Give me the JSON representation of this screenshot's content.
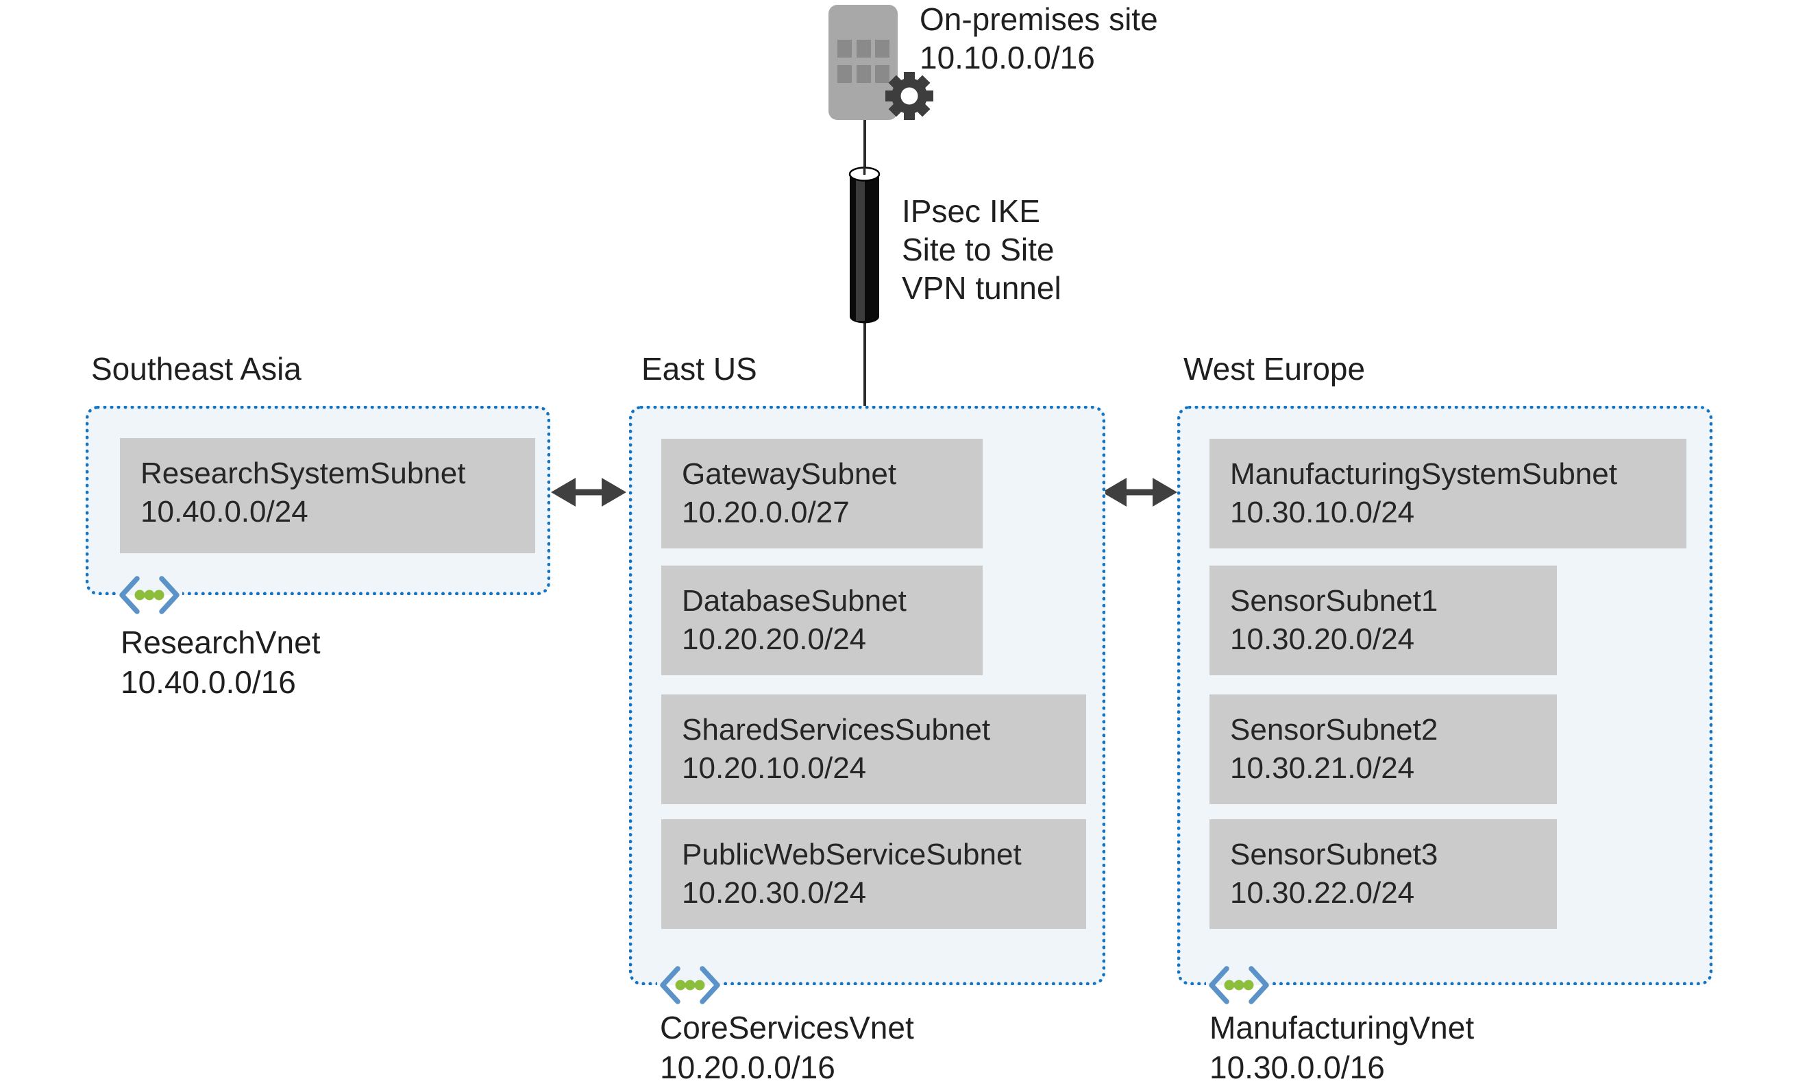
{
  "colors": {
    "page-bg": "#ffffff",
    "border-blue": "#1474c4",
    "region-fill": "#f0f5fa",
    "subnet-fill": "#cbcbcb",
    "text-dark": "#1f1f1f",
    "subnet-text": "#262626",
    "bracket-blue": "#5b93c9",
    "dot-green": "#8cbe3c",
    "arrow-gray": "#404040",
    "building-gray": "#a8a8a8",
    "window-gray": "#8a8a8a",
    "gear-gray": "#3d3d3d",
    "line-dark": "#2b2b2b",
    "cylinder-black": "#0a0a0a",
    "cylinder-stripe": "#3c3c3c"
  },
  "on_premises": {
    "label": "On-premises site",
    "cidr": "10.10.0.0/16"
  },
  "vpn": {
    "line1": "IPsec IKE",
    "line2": "Site to Site",
    "line3": "VPN tunnel"
  },
  "regions": [
    {
      "title": "Southeast Asia",
      "vnet_name": "ResearchVnet",
      "vnet_cidr": "10.40.0.0/16",
      "subnets": [
        {
          "name": "ResearchSystemSubnet",
          "cidr": "10.40.0.0/24"
        }
      ]
    },
    {
      "title": "East US",
      "vnet_name": "CoreServicesVnet",
      "vnet_cidr": "10.20.0.0/16",
      "subnets": [
        {
          "name": "GatewaySubnet",
          "cidr": "10.20.0.0/27"
        },
        {
          "name": "DatabaseSubnet",
          "cidr": "10.20.20.0/24"
        },
        {
          "name": "SharedServicesSubnet",
          "cidr": "10.20.10.0/24"
        },
        {
          "name": "PublicWebServiceSubnet",
          "cidr": "10.20.30.0/24"
        }
      ]
    },
    {
      "title": "West Europe",
      "vnet_name": "ManufacturingVnet",
      "vnet_cidr": "10.30.0.0/16",
      "subnets": [
        {
          "name": "ManufacturingSystemSubnet",
          "cidr": "10.30.10.0/24"
        },
        {
          "name": "SensorSubnet1",
          "cidr": "10.30.20.0/24"
        },
        {
          "name": "SensorSubnet2",
          "cidr": "10.30.21.0/24"
        },
        {
          "name": "SensorSubnet3",
          "cidr": "10.30.22.0/24"
        }
      ]
    }
  ]
}
